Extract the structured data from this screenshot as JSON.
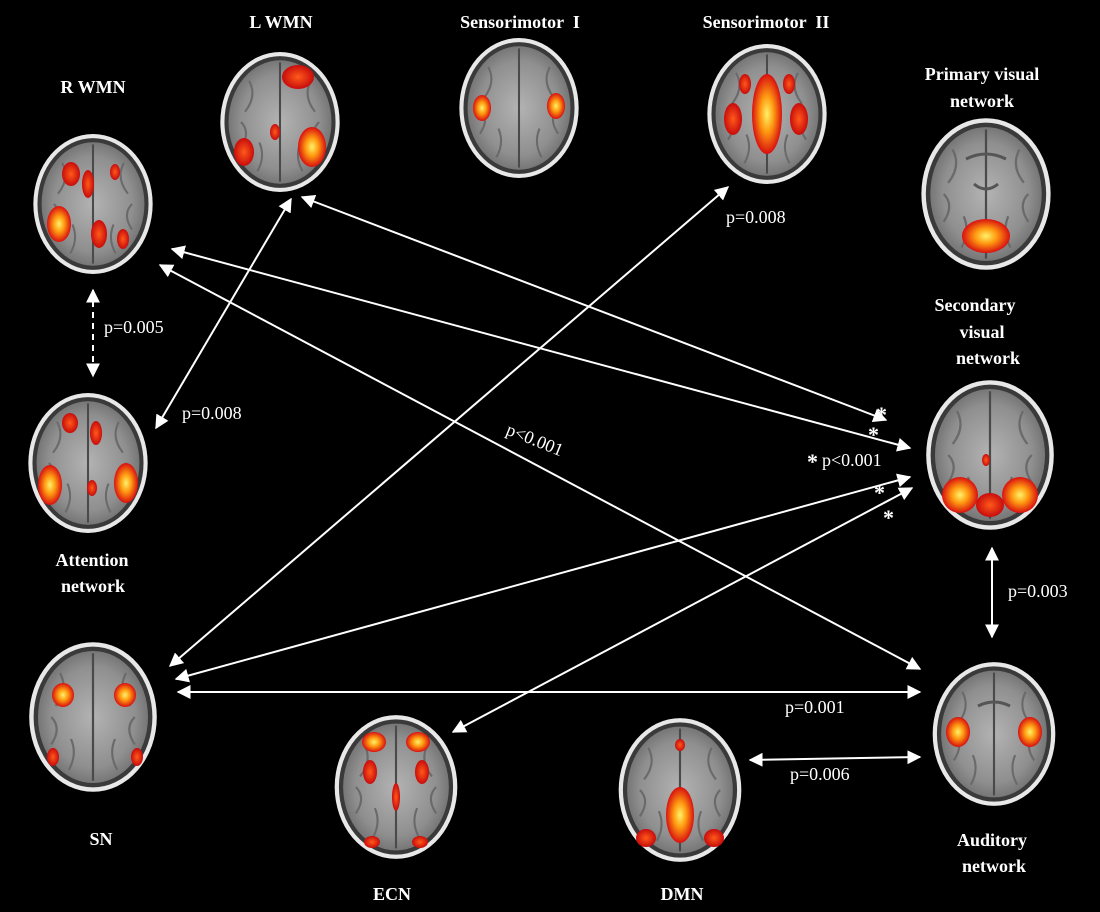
{
  "networks": {
    "r_wmn": "R WMN",
    "l_wmn": "L WMN",
    "sensorimotor_1": "Sensorimotor  I",
    "sensorimotor_2": "Sensorimotor  II",
    "primary_visual": [
      "Primary visual",
      "network"
    ],
    "secondary_visual": [
      "Secondary",
      "visual",
      "network"
    ],
    "attention": [
      "Attention",
      "network"
    ],
    "sn": "SN",
    "ecn": "ECN",
    "dmn": "DMN",
    "auditory": [
      "Auditory",
      "network"
    ]
  },
  "connections": {
    "rwmn_attention": "p=0.005",
    "lwmn_attention": "p=0.008",
    "sensorimotor2_sn": "p=0.008",
    "rwmn_auditory": "p<0.001",
    "secondary_visual_stars": "p<0.001",
    "secondary_visual_auditory": "p=0.003",
    "sn_auditory": "p=0.001",
    "dmn_auditory": "p=0.006"
  },
  "colors": {
    "background": "#000000",
    "activation_hot": "#ffe84a",
    "activation_mid": "#ff7a00",
    "activation_low": "#d81010",
    "brain_gray": "#9a9a9a",
    "edge": "#ffffff"
  }
}
